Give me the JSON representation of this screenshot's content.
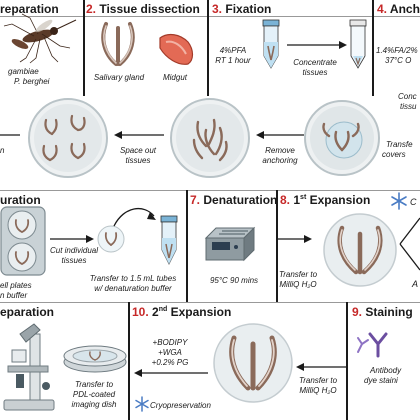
{
  "sections": {
    "s1": {
      "num": "",
      "title": "reparation"
    },
    "s2": {
      "num": "2.",
      "title": "Tissue dissection"
    },
    "s3": {
      "num": "3.",
      "title": "Fixation"
    },
    "s4": {
      "num": "4.",
      "title": "Anch"
    },
    "s6": {
      "num": "",
      "title": "uration"
    },
    "s7": {
      "num": "7.",
      "title": "Denaturation"
    },
    "s8": {
      "num": "8.",
      "title": "1st Expansion",
      "main": "1",
      "sup": "st",
      "rest": " Expansion"
    },
    "s9": {
      "num": "9.",
      "title": "Staining"
    },
    "s10": {
      "num": "10.",
      "title": "2nd Expansion",
      "main": "2",
      "sup": "nd",
      "rest": " Expansion"
    },
    "s11": {
      "num": "",
      "title": "eparation"
    }
  },
  "labels": {
    "mosquito_1": "gambiae",
    "mosquito_2": "P. berghei",
    "salivary": "Salivary gland",
    "midgut": "Midgut",
    "fix_1": "4%PFA",
    "fix_2": "RT 1 hour",
    "concentrate_1": "Concentrate",
    "concentrate_2": "tissues",
    "anchor_1": "1.4%FA/2%",
    "anchor_2": "37°C O",
    "conc_right": "Conc",
    "right_tissues": "tissu",
    "space_1": "Space out",
    "space_2": "tissues",
    "remove_1": "Remove",
    "remove_2": "anchoring",
    "transfer_cov_1": "Transfe",
    "transfer_cov_2": "covers",
    "left_n": "n",
    "cut_1": "Cut individual",
    "cut_2": "tissues",
    "plates_1": "ell plates",
    "plates_2": "n buffer",
    "transfer_tubes_1": "Transfer to 1.5 mL tubes",
    "transfer_tubes_2": "w/ denaturation buffer",
    "denat_temp": "95°C 90 mins",
    "milliq_1": "Transfer to",
    "milliq_2": "MilliQ H₂O",
    "bodipy": "+BODIPY",
    "wga": "+WGA",
    "pg": "+0.2% PG",
    "milliq_b1": "Transfer to",
    "milliq_b2": "MilliQ H₂O",
    "cryo": "Cryopreservation",
    "pdl_1": "Transfer to",
    "pdl_2": "PDL-coated",
    "pdl_3": "imaging dish",
    "antibody_1": "Antibody",
    "antibody_2": "dye staini",
    "c_right": "C",
    "a_right": "A"
  },
  "colors": {
    "accent": "#c62828",
    "tissue": "#8a6a5a",
    "snow": "#4a7cc4",
    "midgut": "#e36a55"
  }
}
